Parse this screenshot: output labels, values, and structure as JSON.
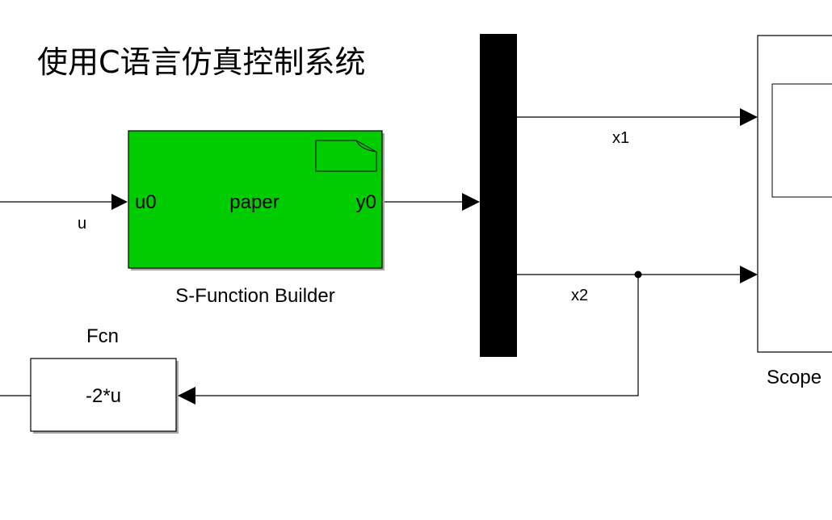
{
  "title": "使用C语言仿真控制系统",
  "colors": {
    "line": "#000000",
    "sfun_fill": "#00cc00",
    "bg": "#ffffff"
  },
  "signals": {
    "u": "u",
    "x1": "x1",
    "x2": "x2"
  },
  "blocks": {
    "sfun": {
      "name": "S-Function Builder",
      "input_port": "u0",
      "output_port": "y0",
      "label": "paper",
      "icon": "document-icon"
    },
    "mux": {
      "name": ""
    },
    "scope": {
      "name": "Scope"
    },
    "fcn": {
      "name": "Fcn",
      "expression": "-2*u"
    }
  }
}
